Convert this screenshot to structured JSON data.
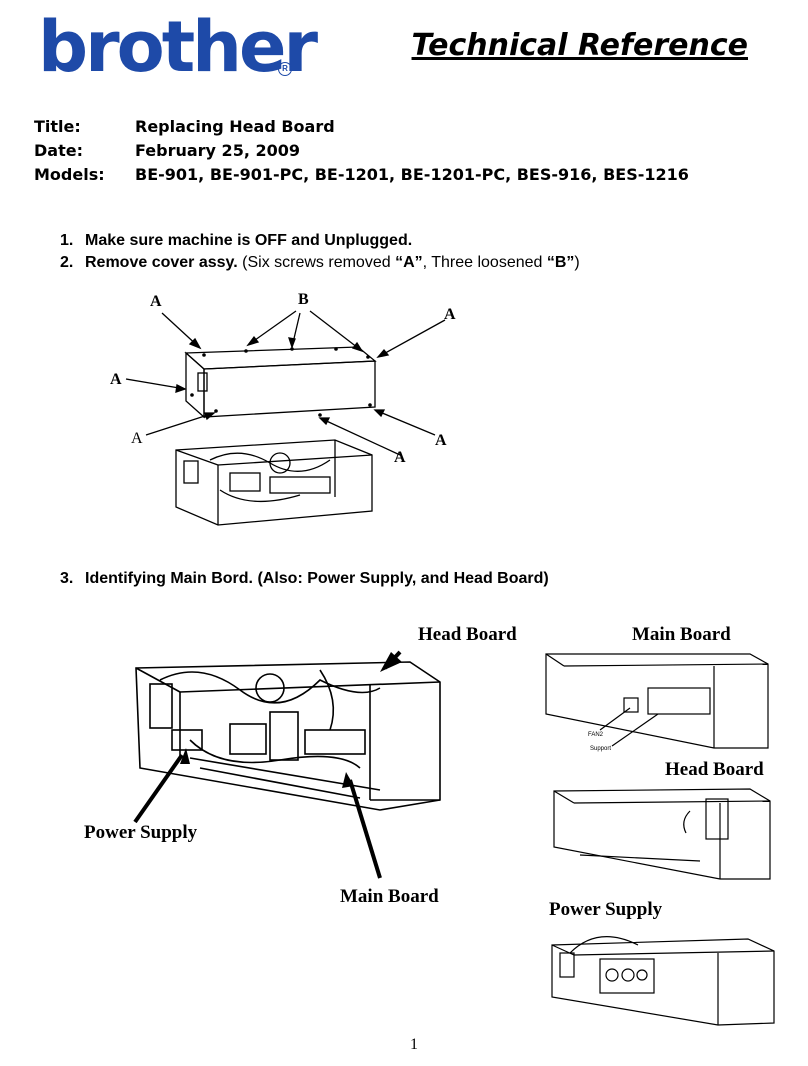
{
  "header": {
    "brand": "brother",
    "doc_title": "Technical Reference"
  },
  "meta": {
    "title_label": "Title:",
    "title_value": "Replacing Head Board",
    "date_label": "Date:",
    "date_value": "February 25, 2009",
    "models_label": "Models:",
    "models_value": "BE-901, BE-901-PC, BE-1201, BE-1201-PC, BES-916, BES-1216"
  },
  "steps": [
    {
      "num": "1.",
      "bold": "Make sure machine is OFF and Unplugged.",
      "rest_pre": "",
      "a": "",
      "mid": "",
      "b": "",
      "end": ""
    },
    {
      "num": "2.",
      "bold": "Remove cover assy.",
      "rest_pre": " (Six screws removed ",
      "a": "“A”",
      "mid": ", Three loosened ",
      "b": "“B”",
      "end": ")"
    },
    {
      "num": "3.",
      "bold": "Identifying Main Bord. (Also: Power Supply, and Head Board)",
      "rest_pre": "",
      "a": "",
      "mid": "",
      "b": "",
      "end": ""
    }
  ],
  "figure1": {
    "markers": [
      "A",
      "B",
      "A",
      "A",
      "A",
      "A",
      "A"
    ]
  },
  "figure2": {
    "head_board": "Head Board",
    "power_supply": "Power Supply",
    "main_board": "Main Board"
  },
  "side_figures": {
    "main_board": "Main Board",
    "fan_label": "FAN2",
    "support_label": "Support",
    "head_board": "Head Board",
    "power_supply": "Power Supply"
  },
  "footer": {
    "page": "1"
  }
}
